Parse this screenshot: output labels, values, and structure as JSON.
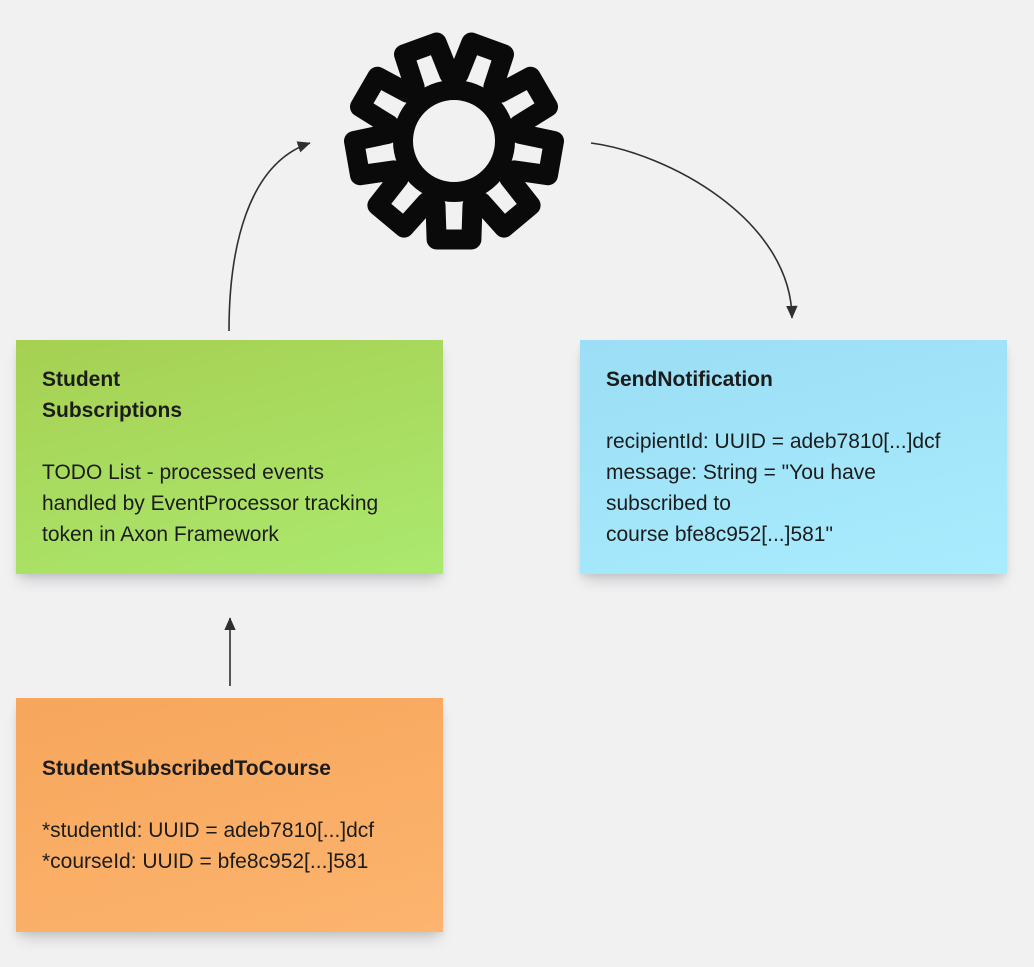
{
  "canvas": {
    "background": "#f1f1f2"
  },
  "gear": {
    "icon": "gear",
    "color": "#0a0a0a"
  },
  "notes": {
    "subscriptions": {
      "title": "Student\nSubscriptions",
      "body": "TODO List - processed events\nhandled by EventProcessor tracking\ntoken in Axon Framework",
      "color_top": "#a6d052",
      "color_bottom": "#abe96f",
      "text_color": "#1c1c1c"
    },
    "notification": {
      "title": "SendNotification",
      "body": "recipientId: UUID = adeb7810[...]dcf\nmessage: String = \"You have\nsubscribed to\ncourse bfe8c952[...]581\"",
      "color_top": "#9bdef5",
      "color_bottom": "#a9ecfe",
      "text_color": "#1c1c1c"
    },
    "event": {
      "title": "StudentSubscribedToCourse",
      "body": "*studentId: UUID = adeb7810[...]dcf\n*courseId: UUID = bfe8c952[...]581",
      "color_top": "#f7a65c",
      "color_bottom": "#fcb46e",
      "text_color": "#1c1c1c"
    }
  },
  "connectors": {
    "color": "#2f2f2f",
    "items": [
      {
        "from": "subscriptions-note",
        "to": "gear-icon",
        "shape": "curved-up-right"
      },
      {
        "from": "gear-icon",
        "to": "notification-note",
        "shape": "curved-down-right"
      },
      {
        "from": "event-note",
        "to": "subscriptions-note",
        "shape": "straight-up"
      }
    ]
  }
}
